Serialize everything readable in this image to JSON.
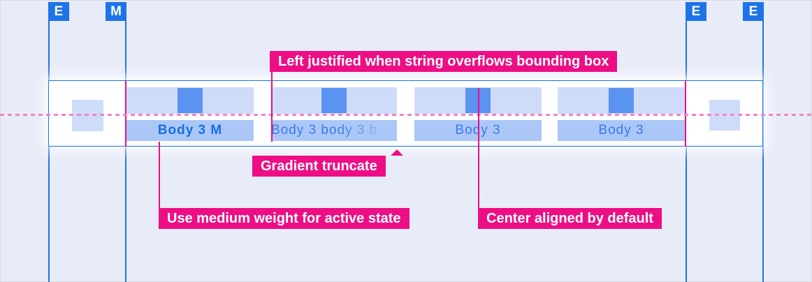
{
  "colors": {
    "background": "#e8ecf8",
    "grid_blue": "#2273e0",
    "marker_blue": "#1d73e8",
    "bar_border_blue": "#1a73e8",
    "pale_blue": "#cfdcf9",
    "label_highlight_blue": "#abc7f7",
    "icon_blue": "#5b93f0",
    "tab_text_blue": "#3a79e6",
    "active_text_blue": "#1a6fdf",
    "annotation_pink": "#ed0e85",
    "dash_pink": "#ee85ca"
  },
  "grid_markers": [
    {
      "label": "E"
    },
    {
      "label": "M"
    },
    {
      "label": "E"
    },
    {
      "label": "E"
    }
  ],
  "tabbar": {
    "tabs": [
      {
        "label": "Body 3 M",
        "state": "active",
        "weight": "medium",
        "alignment": "center"
      },
      {
        "label": "Body 3 body 3 b",
        "state": "overflow",
        "truncation": "gradient",
        "alignment": "left"
      },
      {
        "label": "Body 3",
        "state": "default",
        "alignment": "center"
      },
      {
        "label": "Body 3",
        "state": "default",
        "alignment": "center"
      }
    ]
  },
  "annotations": {
    "left_justified": {
      "text": "Left justified when string overflows bounding box"
    },
    "gradient_truncate": {
      "text": "Gradient truncate"
    },
    "medium_weight": {
      "text": "Use medium weight for active state"
    },
    "center_aligned": {
      "text": "Center aligned by default"
    }
  }
}
